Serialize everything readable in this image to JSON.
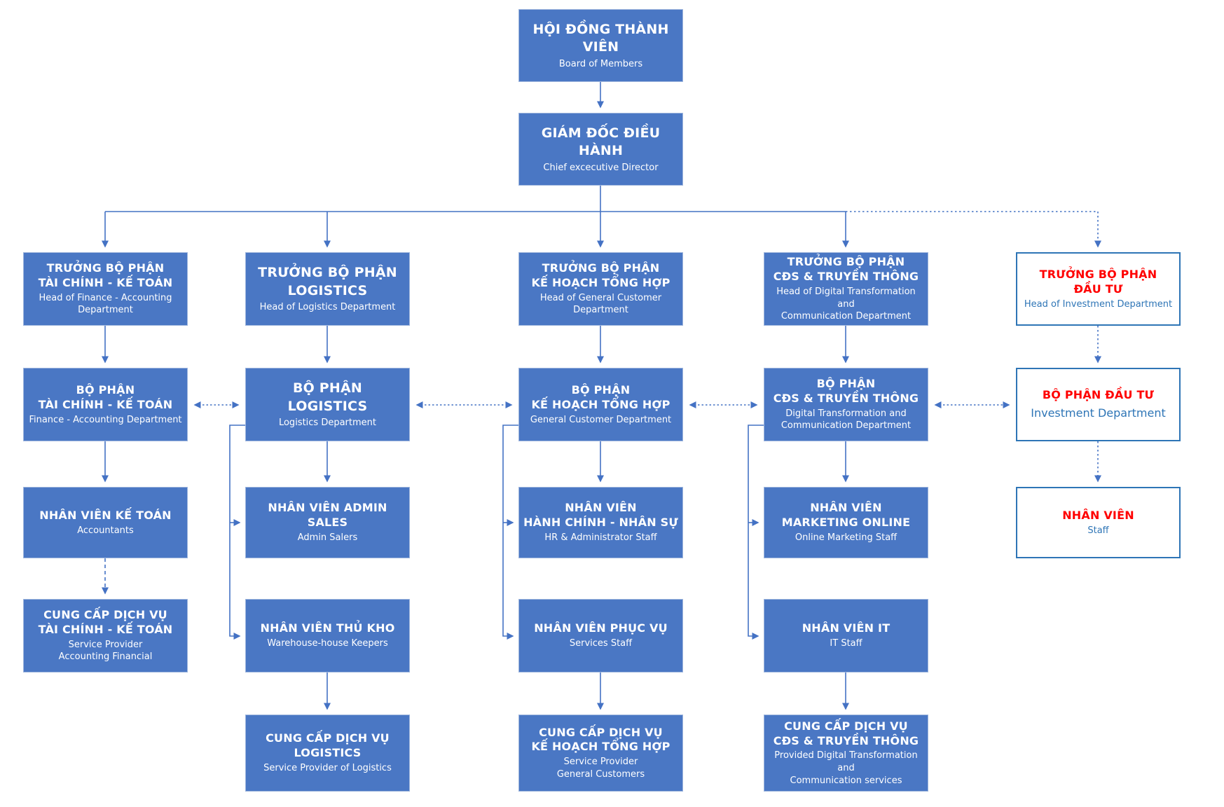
{
  "colors": {
    "node_fill": "#4A77C4",
    "node_border": "#9FB6DD",
    "outlined_node_fill": "#FFFFFF",
    "outlined_node_border": "#2E75B6",
    "highlight_title_red": "#FF0000",
    "outlined_subtitle_blue": "#2E75B6",
    "connector_blue": "#4472C4",
    "node_text": "#FFFFFF"
  },
  "nodes": {
    "board": {
      "title": "HỘI ĐỒNG THÀNH VIÊN",
      "subtitle": "Board of Members"
    },
    "director": {
      "title": "GIÁM ĐỐC ĐIỀU HÀNH",
      "subtitle": "Chief excecutive Director"
    },
    "head_finance": {
      "title": "TRƯỞNG BỘ PHẬN\nTÀI CHÍNH - KẾ TOÁN",
      "subtitle": "Head of Finance - Accounting\nDepartment"
    },
    "head_logistics": {
      "title": "TRƯỞNG BỘ PHẬN\nLOGISTICS",
      "subtitle": "Head of Logistics Department"
    },
    "head_planning": {
      "title": "TRƯỞNG BỘ PHẬN\nKẾ HOẠCH TỔNG HỢP",
      "subtitle": "Head of General Customer\nDepartment"
    },
    "head_digital": {
      "title": "TRƯỞNG BỘ PHẬN\nCĐS & TRUYỀN THÔNG",
      "subtitle": "Head of Digital Transformation and\nCommunication Department"
    },
    "head_investment": {
      "title": "TRƯỞNG BỘ PHẬN\nĐẦU TƯ",
      "subtitle": "Head of Investment Department"
    },
    "dept_finance": {
      "title": "BỘ PHẬN\nTÀI CHÍNH - KẾ TOÁN",
      "subtitle": "Finance - Accounting Department"
    },
    "dept_logistics": {
      "title": "BỘ PHẬN\nLOGISTICS",
      "subtitle": "Logistics Department"
    },
    "dept_planning": {
      "title": "BỘ PHẬN\nKẾ HOẠCH TỔNG HỢP",
      "subtitle": "General Customer Department"
    },
    "dept_digital": {
      "title": "BỘ PHẬN\nCĐS & TRUYỀN THÔNG",
      "subtitle": "Digital Transformation and\nCommunication Department"
    },
    "dept_investment": {
      "title": "BỘ PHẬN ĐẦU TƯ",
      "subtitle": "Investment Department"
    },
    "staff_accounting": {
      "title": "NHÂN VIÊN KẾ TOÁN",
      "subtitle": "Accountants"
    },
    "staff_admin_sales": {
      "title": "NHÂN VIÊN ADMIN SALES",
      "subtitle": "Admin Salers"
    },
    "staff_hr": {
      "title": "NHÂN VIÊN\nHÀNH CHÍNH - NHÂN SỰ",
      "subtitle": "HR & Administrator Staff"
    },
    "staff_marketing": {
      "title": "NHÂN VIÊN\nMARKETING ONLINE",
      "subtitle": "Online Marketing Staff"
    },
    "staff_investment": {
      "title": "NHÂN VIÊN",
      "subtitle": "Staff"
    },
    "provider_finance": {
      "title": "CUNG CẤP DỊCH VỤ\nTÀI CHÍNH - KẾ TOÁN",
      "subtitle": "Service Provider\nAccounting Financial"
    },
    "staff_warehouse": {
      "title": "NHÂN VIÊN THỦ KHO",
      "subtitle": "Warehouse-house Keepers"
    },
    "staff_services": {
      "title": "NHÂN VIÊN PHỤC VỤ",
      "subtitle": "Services Staff"
    },
    "staff_it": {
      "title": "NHÂN VIÊN IT",
      "subtitle": "IT Staff"
    },
    "provider_logistics": {
      "title": "CUNG CẤP DỊCH VỤ\nLOGISTICS",
      "subtitle": "Service Provider of Logistics"
    },
    "provider_planning": {
      "title": "CUNG CẤP DỊCH VỤ\nKẾ HOẠCH TỔNG HỢP",
      "subtitle": "Service Provider\nGeneral Customers"
    },
    "provider_digital": {
      "title": "CUNG CẤP DỊCH VỤ\nCĐS & TRUYỀN THÔNG",
      "subtitle": "Provided Digital Transformation and\nCommunication services"
    }
  }
}
